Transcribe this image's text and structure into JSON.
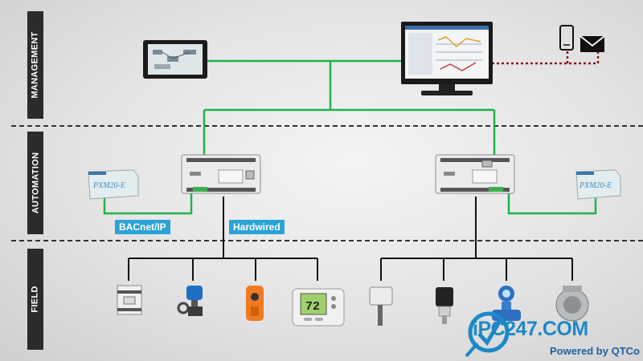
{
  "layers": {
    "management": "MANAGEMENT",
    "automation": "AUTOMATION",
    "field": "FIELD"
  },
  "links": {
    "bacnet": "BACnet/IP",
    "hardwired": "Hardwired"
  },
  "device_labels": {
    "pxm_left": "PXM20-E",
    "pxm_right": "PXM20-E",
    "thermostat_reading": "72"
  },
  "watermark": {
    "brand_prefix": "iPC247",
    "brand_suffix": ".COM",
    "tagline": "Powered by QTCo"
  },
  "colors": {
    "network_line": "#22b14c",
    "serial_line": "#8b1a1a",
    "accent": "#2aa3d6",
    "band": "#2b2b2b"
  },
  "icons": [
    "hmi-panel-icon",
    "workstation-monitor-icon",
    "smartphone-icon",
    "envelope-icon",
    "controller-icon",
    "pxm-panel-icon",
    "io-module-icon",
    "valve-actuator-icon",
    "damper-actuator-icon",
    "thermostat-icon",
    "duct-sensor-icon",
    "pressure-sensor-icon",
    "flow-meter-icon",
    "ball-valve-icon"
  ]
}
